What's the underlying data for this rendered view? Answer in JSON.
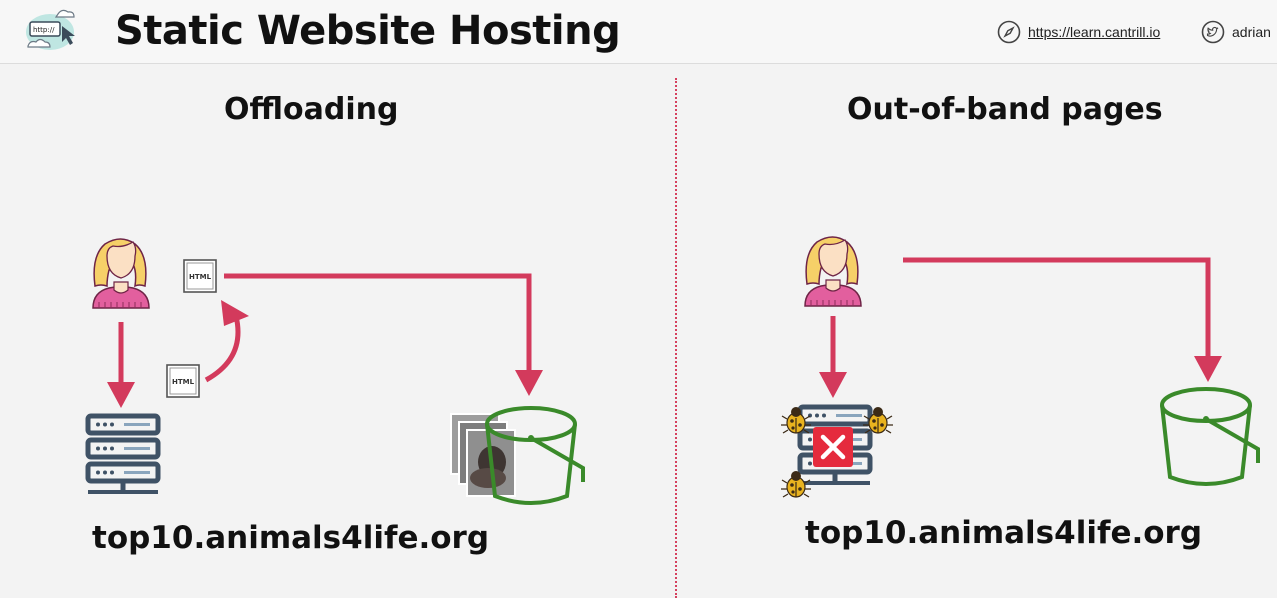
{
  "header": {
    "title": "Static Website Hosting",
    "logo_text": "http://",
    "link_text": "https://learn.cantrill.io",
    "twitter_text": "adrian"
  },
  "left": {
    "title": "Offloading",
    "domain": "top10.animals4life.org",
    "html_label": "HTML"
  },
  "right": {
    "title": "Out-of-band pages",
    "domain": "top10.animals4life.org"
  },
  "colors": {
    "accent": "#d33a5c",
    "bucket": "#3a8a2a",
    "person_hair": "#f6d068",
    "person_body": "#e25f9e",
    "server": "#3f5266",
    "error": "#e52b3d"
  }
}
